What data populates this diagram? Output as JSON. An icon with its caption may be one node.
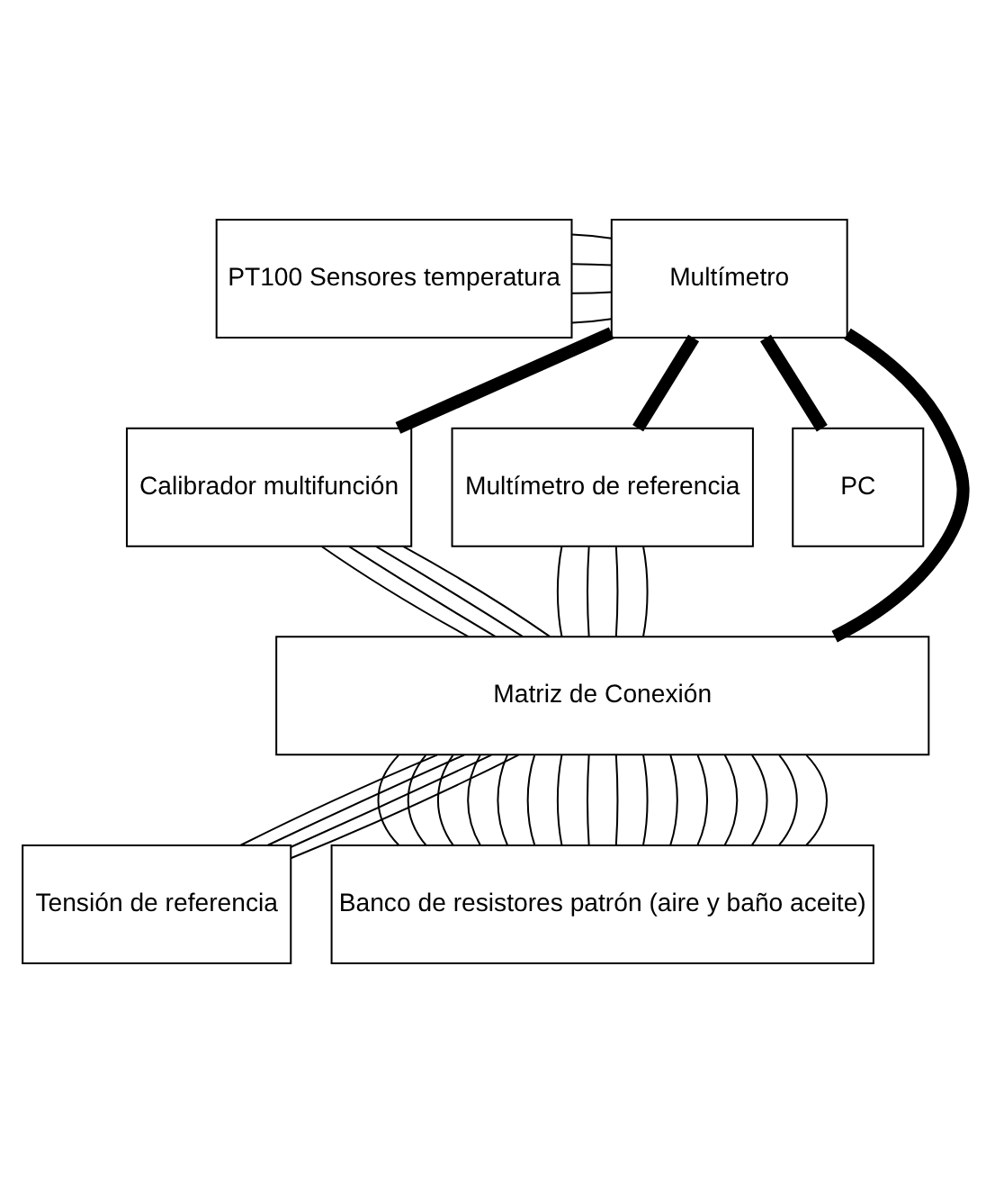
{
  "diagram": {
    "nodes": [
      {
        "text": [
          "PT100 Sensores temperatura"
        ]
      },
      {
        "text": [
          "Multímetro"
        ]
      },
      {
        "text": [
          "Calibrador multifunción"
        ]
      },
      {
        "text": [
          "Multímetro de referencia"
        ]
      },
      {
        "text": [
          "PC"
        ]
      },
      {
        "text": [
          "Matriz de Conexión"
        ]
      },
      {
        "text": [
          "Tensión de referencia"
        ]
      },
      {
        "text": [
          "Banco de resistores patrón (aire y baño aceite)"
        ]
      }
    ],
    "edges": [
      {
        "from": 0,
        "to": 1,
        "arrow": "none"
      },
      {
        "from": 0,
        "to": 1,
        "arrow": "none"
      },
      {
        "from": 0,
        "to": 1,
        "arrow": "none"
      },
      {
        "from": 0,
        "to": 1,
        "arrow": "none"
      },
      {
        "from": 1,
        "to": 2,
        "arrow": "none",
        "style": "thick"
      },
      {
        "from": 1,
        "to": 3,
        "arrow": "none",
        "style": "thick"
      },
      {
        "from": 1,
        "to": 4,
        "arrow": "none",
        "style": "thick"
      },
      {
        "from": 1,
        "to": 5,
        "arrow": "none",
        "style": "thick"
      },
      {
        "from": 2,
        "to": 5,
        "arrow": "none"
      },
      {
        "from": 2,
        "to": 5,
        "arrow": "none"
      },
      {
        "from": 2,
        "to": 5,
        "arrow": "none"
      },
      {
        "from": 2,
        "to": 5,
        "arrow": "none"
      },
      {
        "from": 3,
        "to": 5,
        "arrow": "none"
      },
      {
        "from": 3,
        "to": 5,
        "arrow": "none"
      },
      {
        "from": 3,
        "to": 5,
        "arrow": "none"
      },
      {
        "from": 3,
        "to": 5,
        "arrow": "none"
      },
      {
        "from": 5,
        "to": 6,
        "arrow": "none"
      },
      {
        "from": 5,
        "to": 6,
        "arrow": "none"
      },
      {
        "from": 5,
        "to": 6,
        "arrow": "none"
      },
      {
        "from": 5,
        "to": 6,
        "arrow": "none"
      },
      {
        "from": 5,
        "to": 7,
        "arrow": "none"
      },
      {
        "from": 5,
        "to": 7,
        "arrow": "none"
      },
      {
        "from": 5,
        "to": 7,
        "arrow": "none"
      },
      {
        "from": 5,
        "to": 7,
        "arrow": "none"
      },
      {
        "from": 5,
        "to": 7,
        "arrow": "none"
      },
      {
        "from": 5,
        "to": 7,
        "arrow": "none"
      },
      {
        "from": 5,
        "to": 7,
        "arrow": "none"
      },
      {
        "from": 5,
        "to": 7,
        "arrow": "none"
      },
      {
        "from": 5,
        "to": 7,
        "arrow": "none"
      },
      {
        "from": 5,
        "to": 7,
        "arrow": "none"
      },
      {
        "from": 5,
        "to": 7,
        "arrow": "none"
      },
      {
        "from": 5,
        "to": 7,
        "arrow": "none"
      },
      {
        "from": 5,
        "to": 7,
        "arrow": "none"
      },
      {
        "from": 5,
        "to": 7,
        "arrow": "none"
      },
      {
        "from": 5,
        "to": 7,
        "arrow": "none"
      },
      {
        "from": 5,
        "to": 7,
        "arrow": "none"
      }
    ]
  }
}
